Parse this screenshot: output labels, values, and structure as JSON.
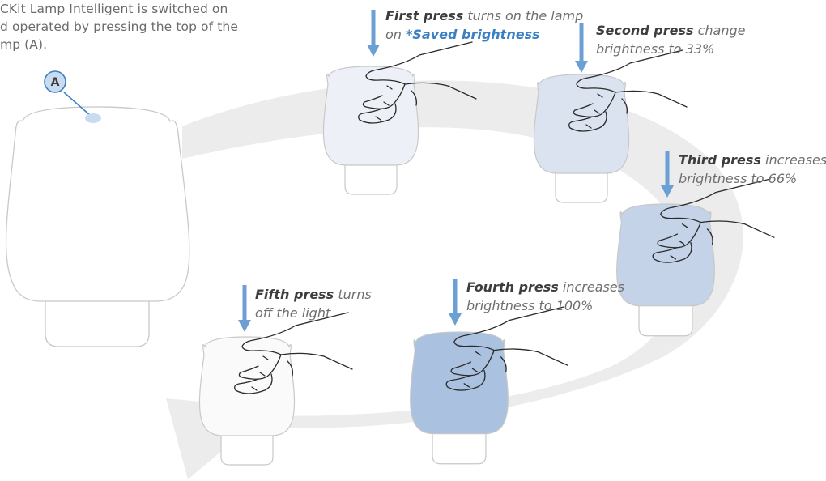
{
  "intro": {
    "line1": "CKit Lamp Intelligent is switched on",
    "line2": "d operated by pressing the top of the",
    "line3": "mp (A)."
  },
  "marker": {
    "label": "A"
  },
  "steps": [
    {
      "bold": "First press",
      "rest1": " turns on the lamp",
      "line2": "on ",
      "highlight": "*Saved brightness",
      "shade": "#edf1f7"
    },
    {
      "bold": "Second press",
      "rest1": " change",
      "line2": "brightness to 33%",
      "shade": "#dbe3f0"
    },
    {
      "bold": "Third press",
      "rest1": " increases",
      "line2": "brightness to 66%",
      "shade": "#c4d3e8"
    },
    {
      "bold": "Fourth press",
      "rest1": " increases",
      "line2": "brightness to 100%",
      "shade": "#aac1df"
    },
    {
      "bold": "Fifth press",
      "rest1": " turns",
      "line2": "off the light",
      "shade": "#fafafa"
    }
  ],
  "colors": {
    "arrow": "#6c9fd3",
    "swirl": "#ececec",
    "outline": "#c8c8c8",
    "marker_fill": "#c8dbf0",
    "marker_stroke": "#3b80c4",
    "highlight_text": "#3b80c4"
  }
}
